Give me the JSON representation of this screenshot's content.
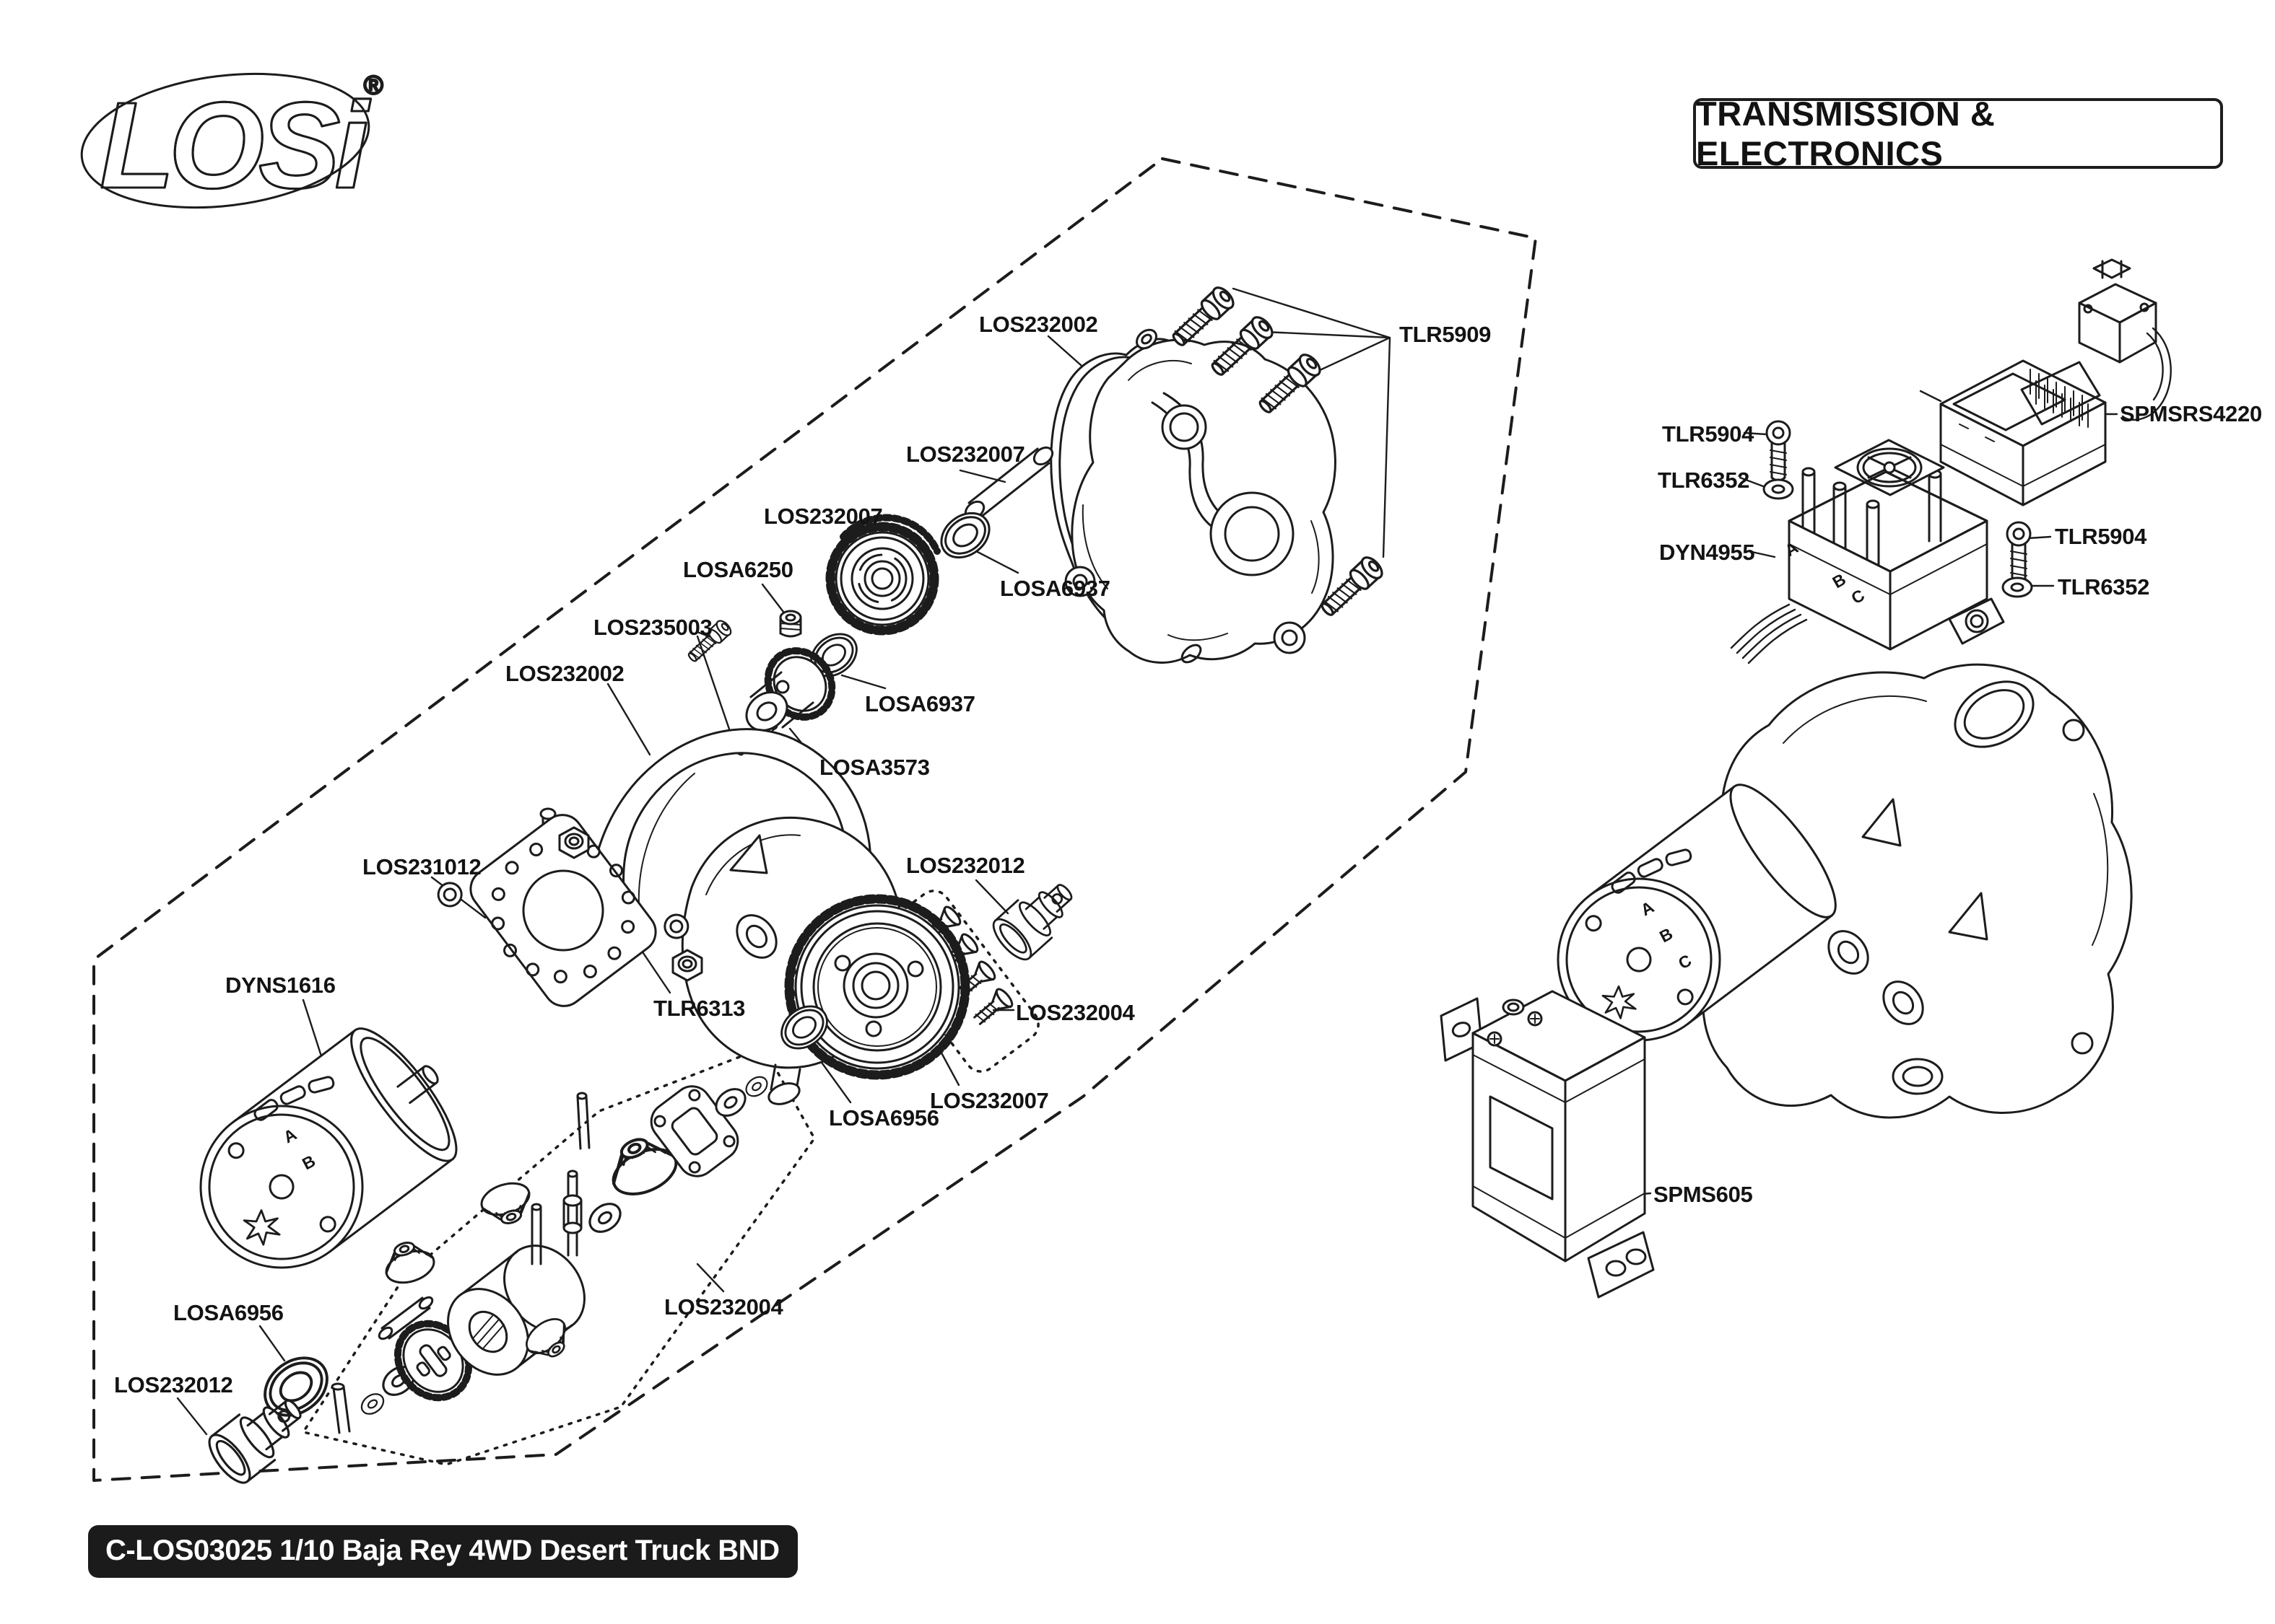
{
  "logo": {
    "brand": "LOSi",
    "registered": "®"
  },
  "header": {
    "title": "TRANSMISSION & ELECTRONICS"
  },
  "footer": {
    "label": "C-LOS03025 1/10 Baja Rey 4WD Desert Truck BND"
  },
  "letters": {
    "a": "A",
    "b": "B",
    "c": "C"
  },
  "labels": [
    {
      "text": "LOS232002"
    },
    {
      "text": "TLR5909"
    },
    {
      "text": "LOS232007"
    },
    {
      "text": "LOS232007"
    },
    {
      "text": "LOSA6250"
    },
    {
      "text": "LOSA6937"
    },
    {
      "text": "LOS235003"
    },
    {
      "text": "LOSA6937"
    },
    {
      "text": "LOSA3573"
    },
    {
      "text": "LOS232002"
    },
    {
      "text": "LOS231012"
    },
    {
      "text": "DYNS1616"
    },
    {
      "text": "TLR6313"
    },
    {
      "text": "LOS232012"
    },
    {
      "text": "LOS232004"
    },
    {
      "text": "LOSA6956"
    },
    {
      "text": "LOS232007"
    },
    {
      "text": "LOS232004"
    },
    {
      "text": "LOSA6956"
    },
    {
      "text": "LOS232012"
    },
    {
      "text": "TLR5904"
    },
    {
      "text": "TLR6352"
    },
    {
      "text": "SPMSRS4220"
    },
    {
      "text": "DYN4955"
    },
    {
      "text": "TLR5904"
    },
    {
      "text": "TLR6352"
    },
    {
      "text": "SPMS605"
    }
  ],
  "colors": {
    "line": "#1c1c1c",
    "logo_red": "#e8232b",
    "footer_bg": "#1b1b1b"
  }
}
